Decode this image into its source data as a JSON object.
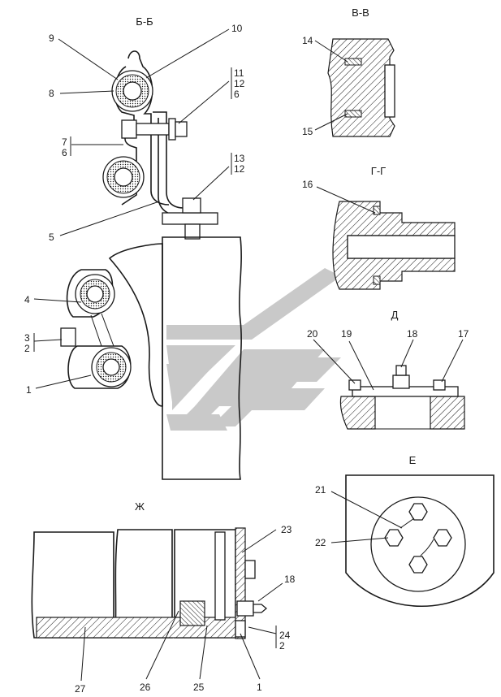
{
  "colors": {
    "ink": "#1a1a1a",
    "watermark": "#c9c9c9",
    "background": "#ffffff"
  },
  "section_bb": {
    "title": "Б-Б",
    "callouts": {
      "c9": "9",
      "c10": "10",
      "c8": "8",
      "c11": "11",
      "c12a": "12",
      "c6a": "6",
      "c7": "7",
      "c6b": "6",
      "c13": "13",
      "c12b": "12",
      "c5": "5"
    }
  },
  "clamp_view": {
    "callouts": {
      "c4": "4",
      "c3": "3",
      "c2": "2",
      "c1": "1"
    }
  },
  "section_vv": {
    "title": "В-В",
    "callouts": {
      "c14": "14",
      "c15": "15"
    }
  },
  "section_gg": {
    "title": "Г-Г",
    "callouts": {
      "c16": "16"
    }
  },
  "view_d": {
    "title": "Д",
    "callouts": {
      "c20": "20",
      "c19": "19",
      "c18": "18",
      "c17": "17"
    }
  },
  "view_e": {
    "title": "Е",
    "callouts": {
      "c21": "21",
      "c22": "22"
    }
  },
  "view_zh": {
    "title": "Ж",
    "callouts": {
      "c23": "23",
      "c18": "18",
      "c24": "24",
      "c2": "2",
      "c27": "27",
      "c26": "26",
      "c25": "25",
      "c1": "1"
    }
  }
}
